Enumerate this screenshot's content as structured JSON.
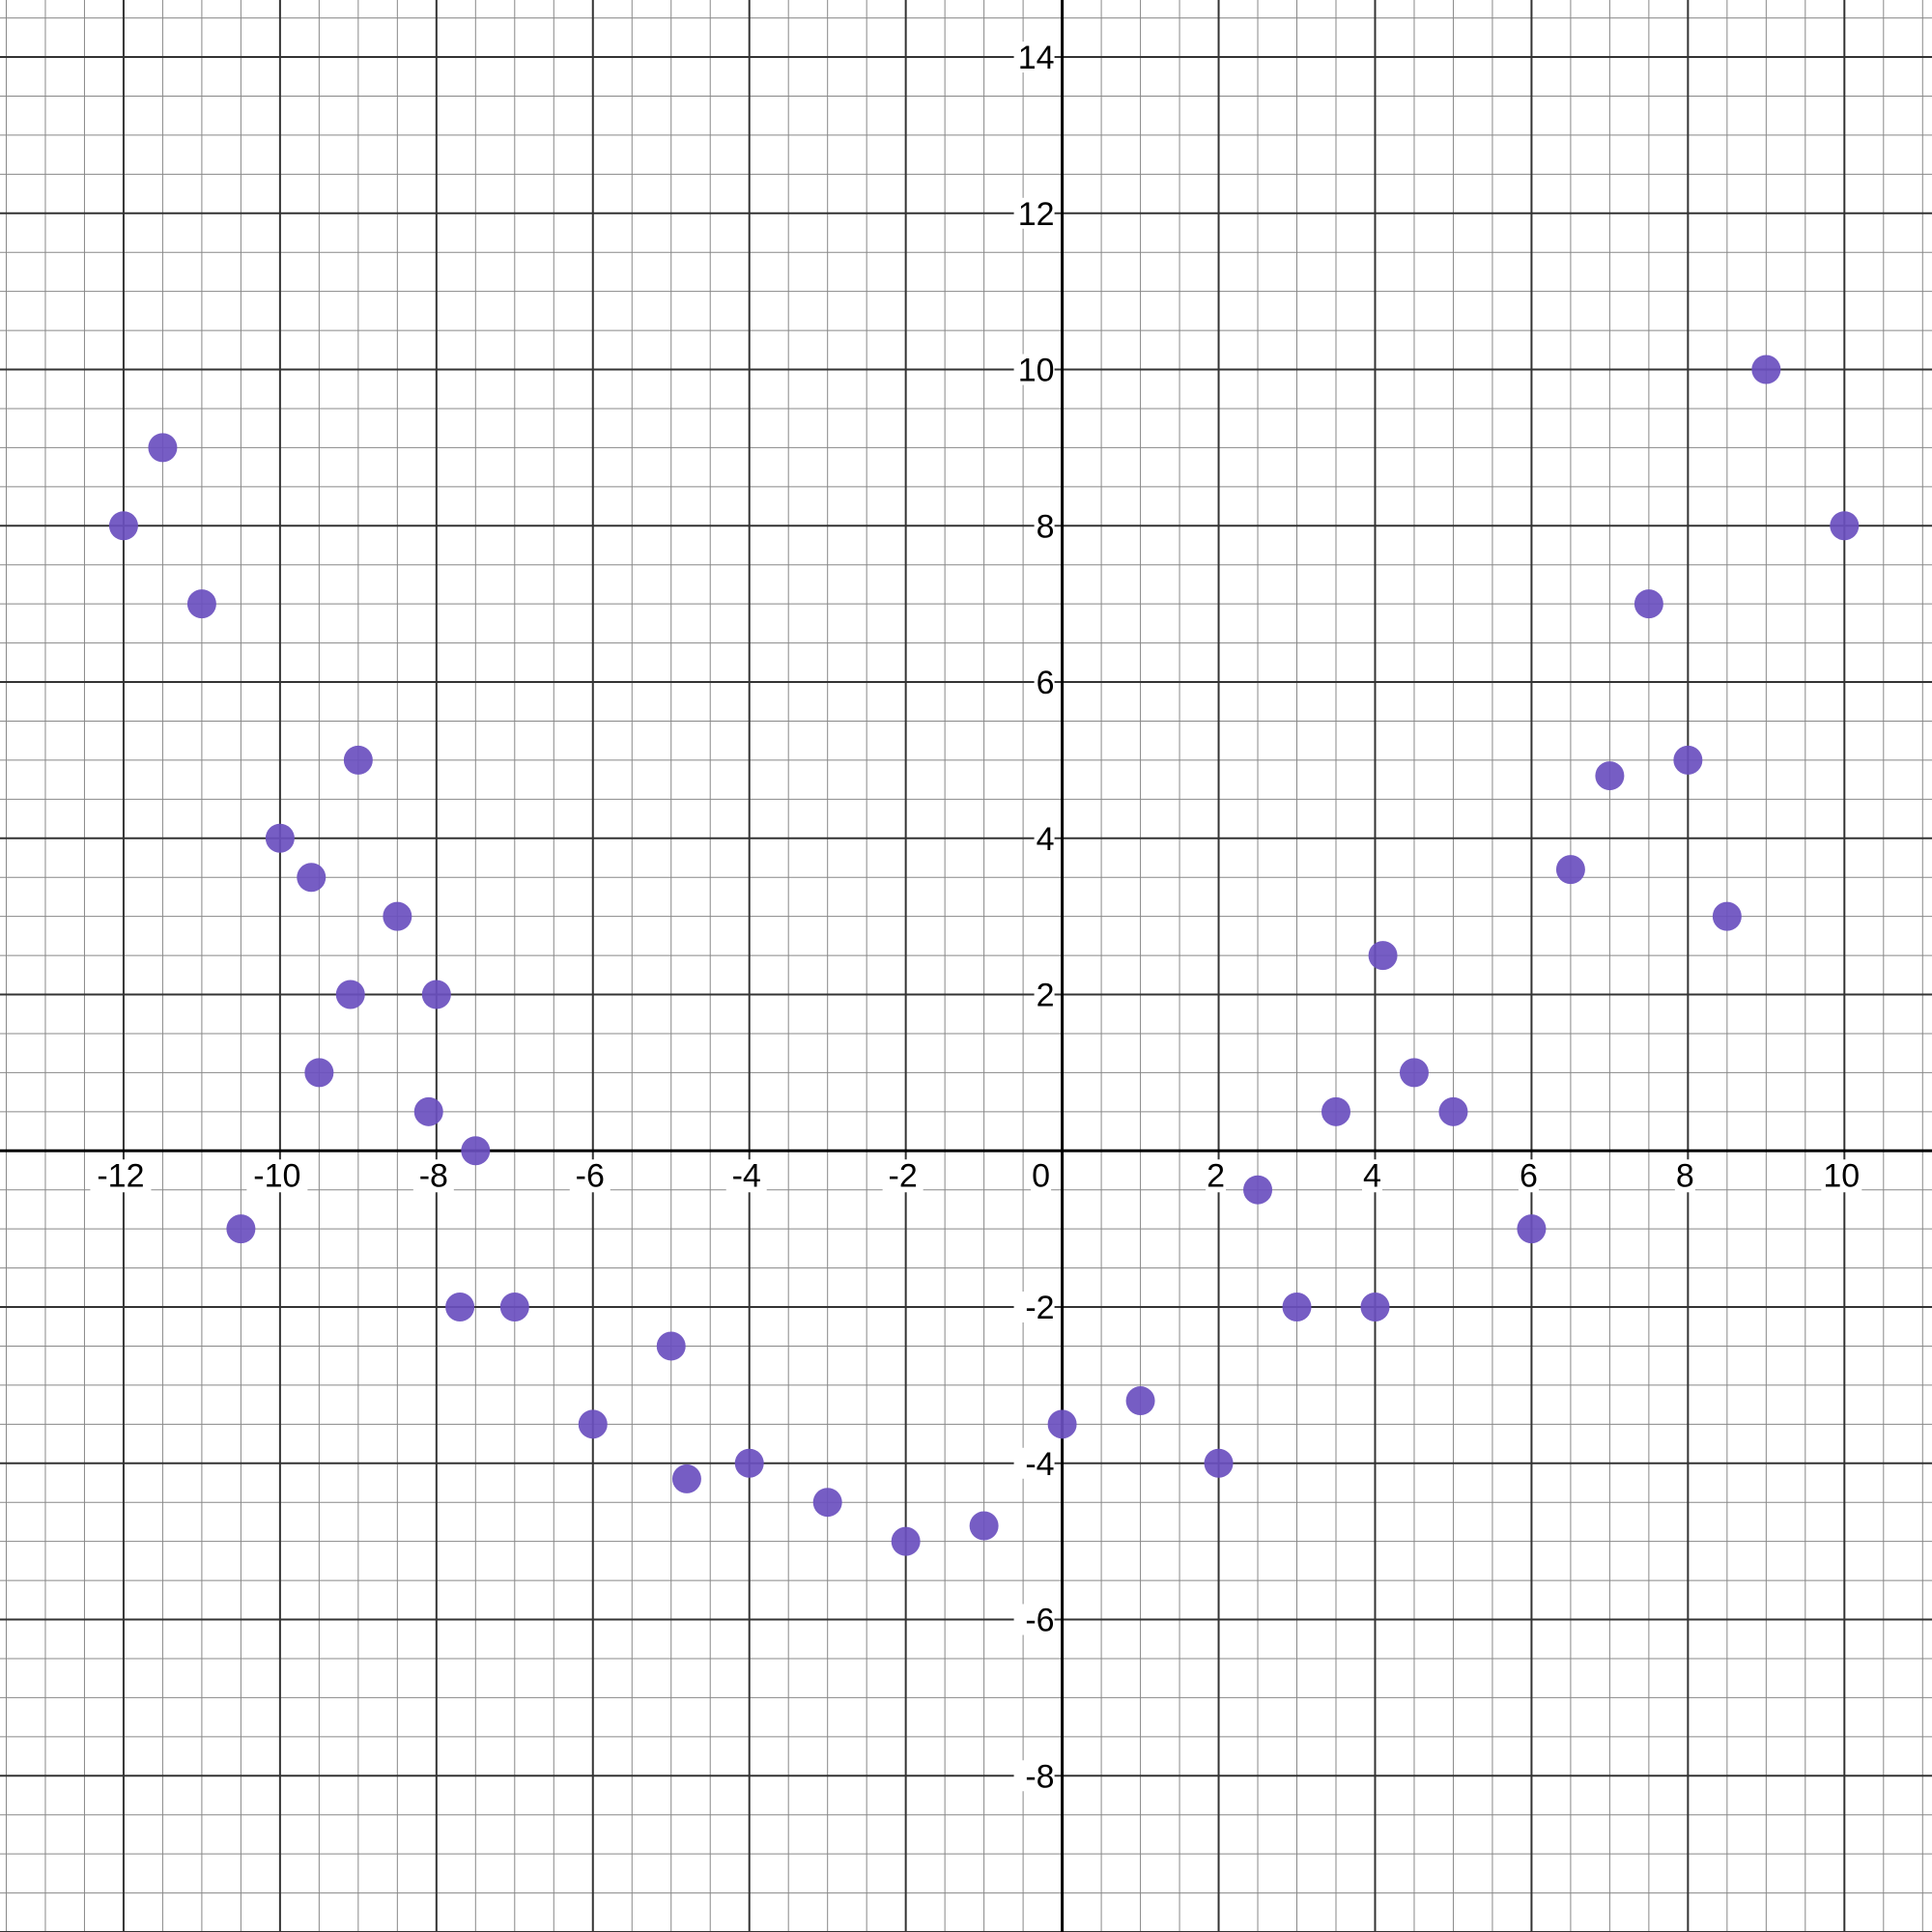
{
  "chart_data": {
    "type": "scatter",
    "title": "",
    "xlabel": "",
    "ylabel": "",
    "xlim": [
      -13.58,
      11.12
    ],
    "ylim": [
      -10.0,
      14.73
    ],
    "grid": true,
    "grid_minor_step": 0.5,
    "grid_major_step": 2,
    "x_ticks": [
      -12,
      -10,
      -8,
      -6,
      -4,
      -2,
      0,
      2,
      4,
      6,
      8,
      10
    ],
    "x_tick_labels": [
      "-12",
      "-10",
      "-8",
      "-6",
      "-4",
      "-2",
      "0",
      "2",
      "4",
      "6",
      "8",
      "10"
    ],
    "y_ticks": [
      -8,
      -6,
      -4,
      -2,
      2,
      4,
      6,
      8,
      10,
      12,
      14
    ],
    "y_tick_labels": [
      "-8",
      "-6",
      "-4",
      "-2",
      "2",
      "4",
      "6",
      "8",
      "10",
      "12",
      "14"
    ],
    "colors": {
      "point": "#6a4fbf",
      "axis": "#000000",
      "major_grid": "#333333",
      "minor_grid": "#888888"
    },
    "series": [
      {
        "points": [
          [
            -12,
            8
          ],
          [
            -11.5,
            9
          ],
          [
            -11,
            7
          ],
          [
            -10.5,
            -1
          ],
          [
            -10,
            4
          ],
          [
            -9.6,
            3.5
          ],
          [
            -9.5,
            1
          ],
          [
            -9.1,
            2
          ],
          [
            -9,
            5
          ],
          [
            -8.5,
            3
          ],
          [
            -8.1,
            0.5
          ],
          [
            -8,
            2
          ],
          [
            -7.7,
            -2
          ],
          [
            -7.5,
            0
          ],
          [
            -7,
            -2
          ],
          [
            -6,
            -3.5
          ],
          [
            -5,
            -2.5
          ],
          [
            -4.8,
            -4.2
          ],
          [
            -4,
            -4
          ],
          [
            -3,
            -4.5
          ],
          [
            -2,
            -5
          ],
          [
            -1,
            -4.8
          ],
          [
            0,
            -3.5
          ],
          [
            1,
            -3.2
          ],
          [
            2,
            -4
          ],
          [
            2.5,
            -0.5
          ],
          [
            3,
            -2
          ],
          [
            3.5,
            0.5
          ],
          [
            4,
            -2
          ],
          [
            4.1,
            2.5
          ],
          [
            4.5,
            1
          ],
          [
            5,
            0.5
          ],
          [
            6,
            -1
          ],
          [
            6.5,
            3.6
          ],
          [
            7,
            4.8
          ],
          [
            7.5,
            7
          ],
          [
            8,
            5
          ],
          [
            8.5,
            3
          ],
          [
            9,
            10
          ],
          [
            10,
            8
          ]
        ]
      }
    ]
  }
}
